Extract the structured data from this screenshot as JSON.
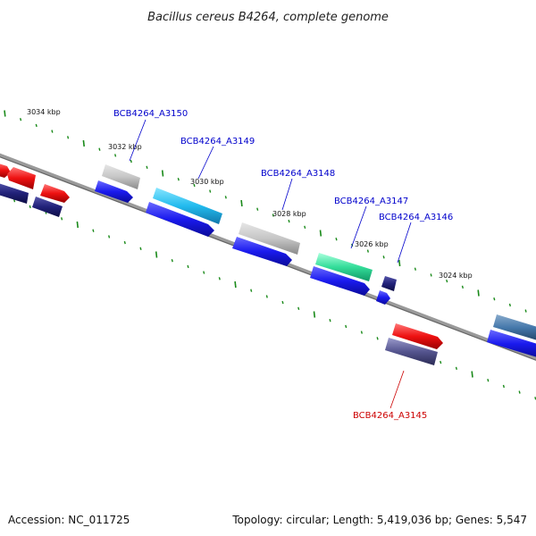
{
  "title": "Bacillus cereus B4264, complete genome",
  "footer": {
    "accession": "Accession: NC_011725",
    "summary": "Topology: circular; Length: 5,419,036 bp; Genes: 5,547"
  },
  "ticks": [
    "3034 kbp",
    "3032 kbp",
    "3030 kbp",
    "3028 kbp",
    "3026 kbp",
    "3024 kbp"
  ],
  "genes": [
    {
      "id": "BCB4264_A3150",
      "color": "#0000cc"
    },
    {
      "id": "BCB4264_A3149",
      "color": "#0000cc"
    },
    {
      "id": "BCB4264_A3148",
      "color": "#0000cc"
    },
    {
      "id": "BCB4264_A3147",
      "color": "#0000cc"
    },
    {
      "id": "BCB4264_A3146",
      "color": "#0000cc"
    },
    {
      "id": "BCB4264_A3145",
      "color": "#cc0000"
    }
  ],
  "colors": {
    "backbone": "#888888",
    "tick": "#1a8a1a",
    "cds_forward": "#1a1aee",
    "cds_reverse": "#22227a",
    "rna_red": "#ee1111",
    "feature_gray": "#b8b8b8",
    "feature_cyan": "#22bbee",
    "feature_green": "#33dd99",
    "feature_purple": "#55558f",
    "feature_steel": "#4477aa"
  }
}
